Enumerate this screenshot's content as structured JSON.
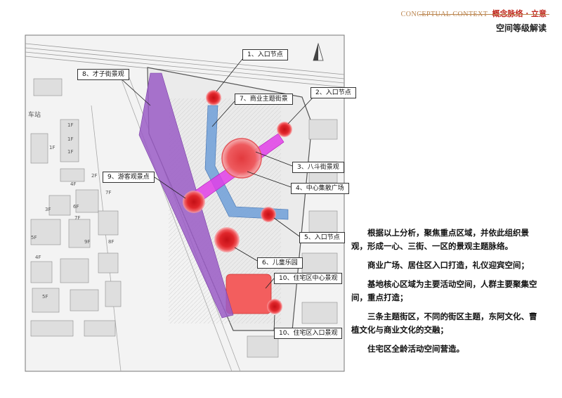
{
  "header": {
    "en_title": "CONCEPTUAL CONTEXT",
    "cn_title": "概念脉络 · 立意",
    "subtitle": "空间等级解读"
  },
  "labels": {
    "l1": "1、入口节点",
    "l2": "2、入口节点",
    "l3": "3、八斗街景观",
    "l4": "4、中心集散广场",
    "l5": "5、入口节点",
    "l6": "6、儿童乐园",
    "l7": "7、商业主题街景",
    "l8": "8、才子街景观",
    "l9": "9、游客观景点",
    "l10a": "10、住宅区中心景观",
    "l10b": "10、住宅区入口景观"
  },
  "map_text": {
    "f1": "1F",
    "f2": "1F",
    "f3": "1F",
    "f4": "2F",
    "f5": "1F",
    "f6": "4F",
    "f7": "7F",
    "f8": "6F",
    "f9": "3F",
    "f10": "7F",
    "f11": "9F",
    "f12": "8F",
    "f13": "5F",
    "f14": "4F",
    "f15": "5F",
    "station": "车站"
  },
  "notes": [
    "根据以上分析，聚焦重点区域，并依此组织景观，形成一心、三街、一区的景观主题脉络。",
    "商业广场、居住区入口打造，礼仪迎宾空间；",
    "基地核心区域为主要活动空间，人群主要聚集空间，重点打造；",
    "三条主题街区，不同的街区主题，东阿文化、曹植文化与商业文化的交融；",
    "住宅区全龄活动空间营造。"
  ],
  "colors": {
    "accent_gold": "#b9824a",
    "accent_red": "#c0281e",
    "purple_street": "#9a5cc6",
    "blue_street": "#6f9fd8",
    "magenta_street": "#e23ee8",
    "node_red": "#d7262a",
    "residential_pink": "#f35e5e"
  }
}
